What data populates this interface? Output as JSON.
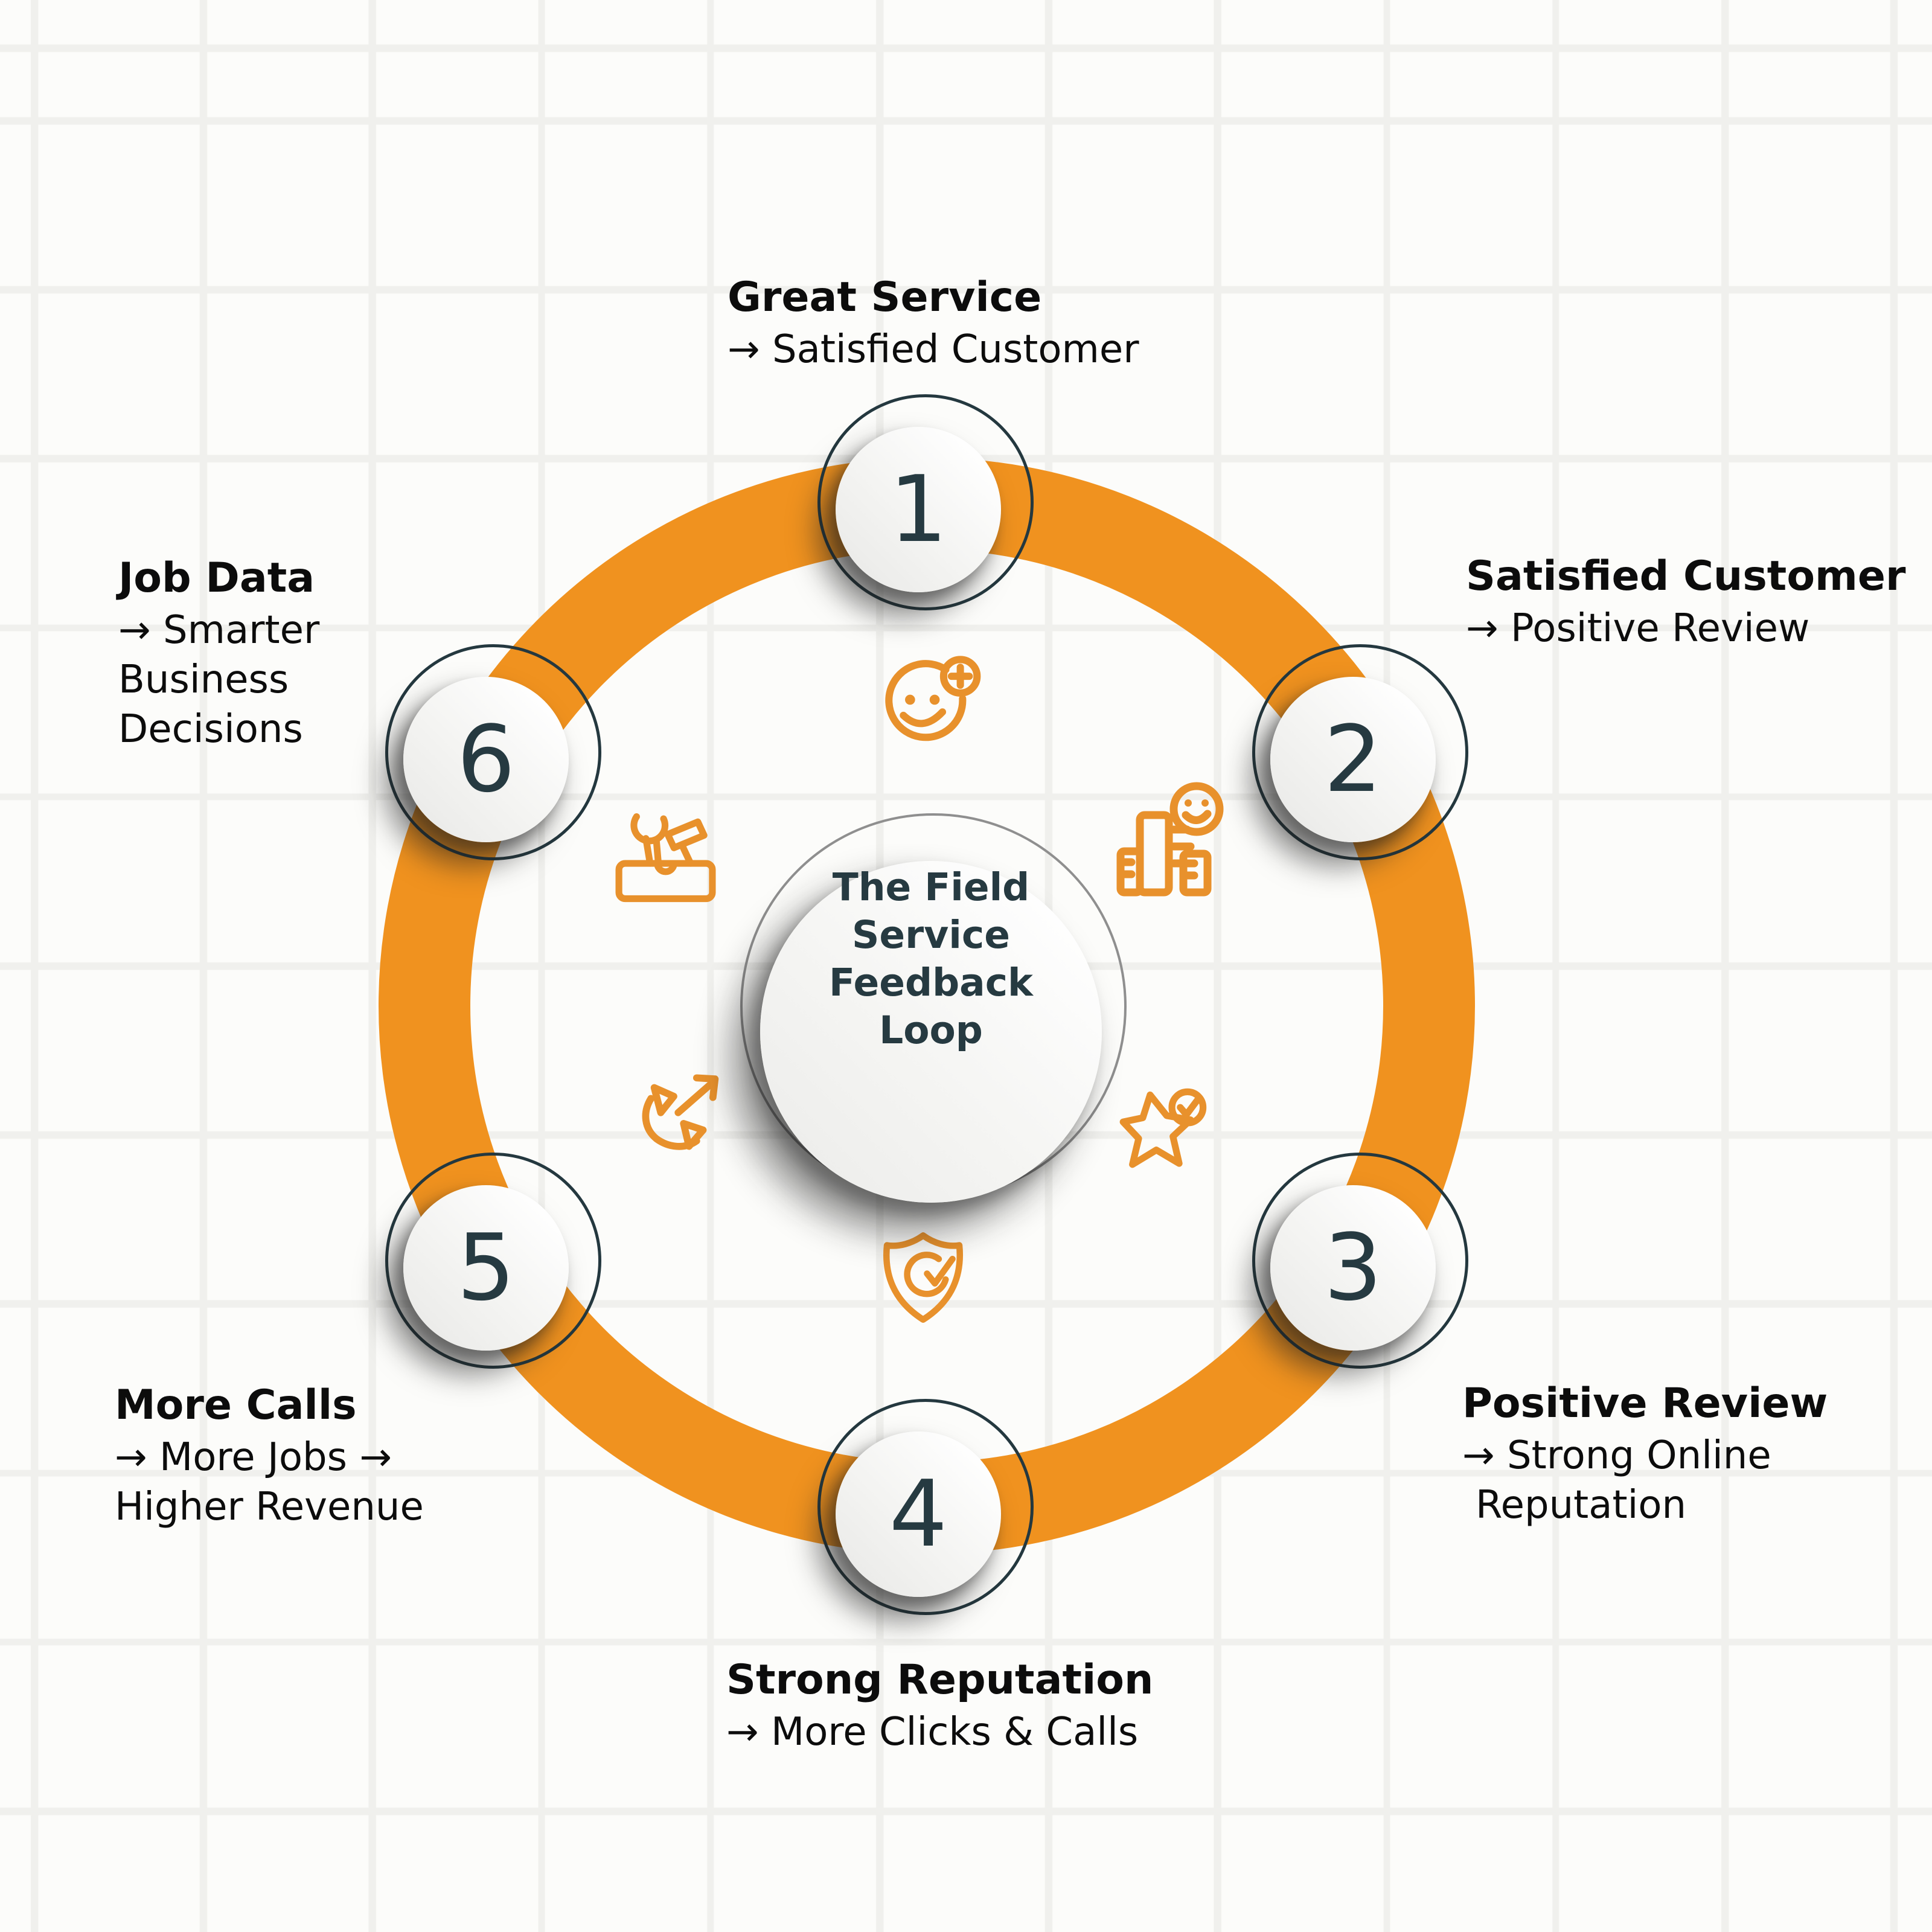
{
  "title": "The Field Service Feedback Loop",
  "center": {
    "lines": [
      "The Field",
      "Service",
      "Feedback",
      "Loop"
    ]
  },
  "nodes": [
    {
      "number": "1",
      "title": "Great Service",
      "lines": [
        "→ Satisfied Customer"
      ]
    },
    {
      "number": "2",
      "title": "Satisfied Customer",
      "lines": [
        "→ Positive Review"
      ]
    },
    {
      "number": "3",
      "title": "Positive Review",
      "lines": [
        "→ Strong Online",
        "Reputation"
      ]
    },
    {
      "number": "4",
      "title": "Strong Reputation",
      "lines": [
        "→ More Clicks & Calls"
      ]
    },
    {
      "number": "5",
      "title": "More Calls",
      "lines": [
        "→ More Jobs →",
        "Higher Revenue"
      ]
    },
    {
      "number": "6",
      "title": "Job Data",
      "lines": [
        "→ Smarter",
        "Business",
        "Decisions"
      ]
    }
  ],
  "icons": [
    {
      "name": "smiley-plus-icon"
    },
    {
      "name": "building-smiley-icon"
    },
    {
      "name": "star-check-icon"
    },
    {
      "name": "shield-check-icon"
    },
    {
      "name": "phone-arrow-icon"
    },
    {
      "name": "toolbox-icon"
    }
  ],
  "colors": {
    "orange": "#E8912C",
    "ring": "#F0921F",
    "dark": "#263A41",
    "ink": "#0C0C0C",
    "bg": "#FCFCFA",
    "grid_line": "#F0F0ED",
    "outline_gray": "#8F8F8F"
  }
}
